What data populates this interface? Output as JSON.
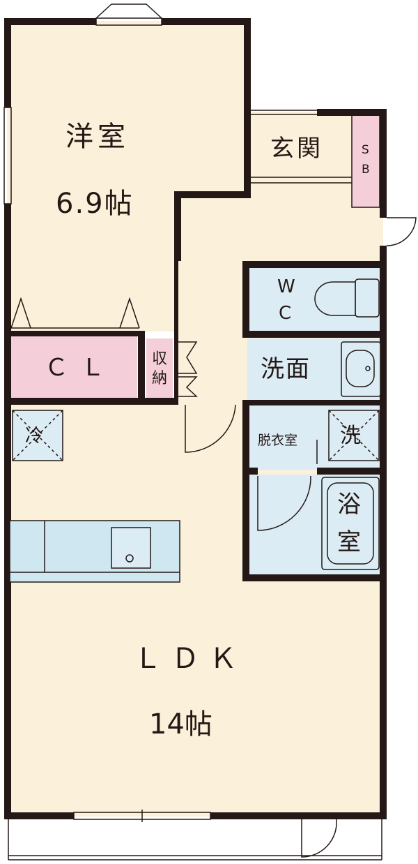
{
  "rooms": {
    "western": {
      "name": "洋室",
      "size": "6.9帖"
    },
    "ldk": {
      "name": "ＬＤＫ",
      "size": "14帖"
    },
    "entrance": {
      "name": "玄関"
    },
    "shoe_box": {
      "line1": "S",
      "line2": "B"
    },
    "closet": {
      "name": "ＣＬ"
    },
    "storage": {
      "line1": "収",
      "line2": "納"
    },
    "toilet": {
      "line1": "W",
      "line2": "C"
    },
    "washroom": {
      "name": "洗面"
    },
    "dressing": {
      "name": "脱衣室"
    },
    "laundry": {
      "name": "洗"
    },
    "refrigerator": {
      "name": "冷"
    },
    "bath": {
      "line1": "浴",
      "line2": "室"
    }
  },
  "colors": {
    "wall": "#231815",
    "floor": "#fbf0d9",
    "wet_area": "#dcecf5",
    "storage": "#f4cfd9",
    "counter": "#cfe7f1"
  }
}
